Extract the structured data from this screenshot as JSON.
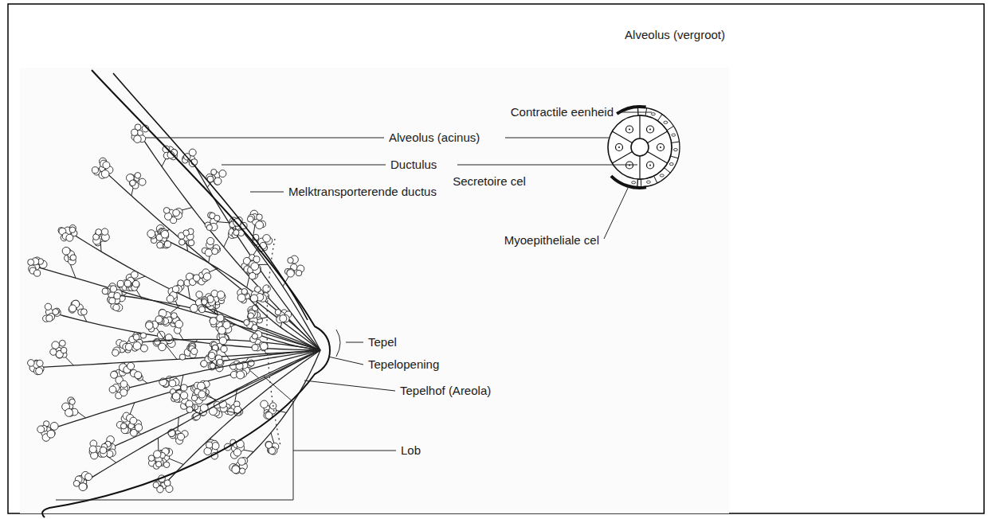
{
  "diagram": {
    "labels": [
      "Alveolus (vergroot)",
      "Contractile eenheid",
      "Alveolus (acinus)",
      "Ductulus",
      "Secretoire cel",
      "Melktransporterende ductus",
      "Myoepitheliale cel",
      "Tepel",
      "Tepelopening",
      "Tepelhof (Areola)",
      "Lob"
    ]
  }
}
